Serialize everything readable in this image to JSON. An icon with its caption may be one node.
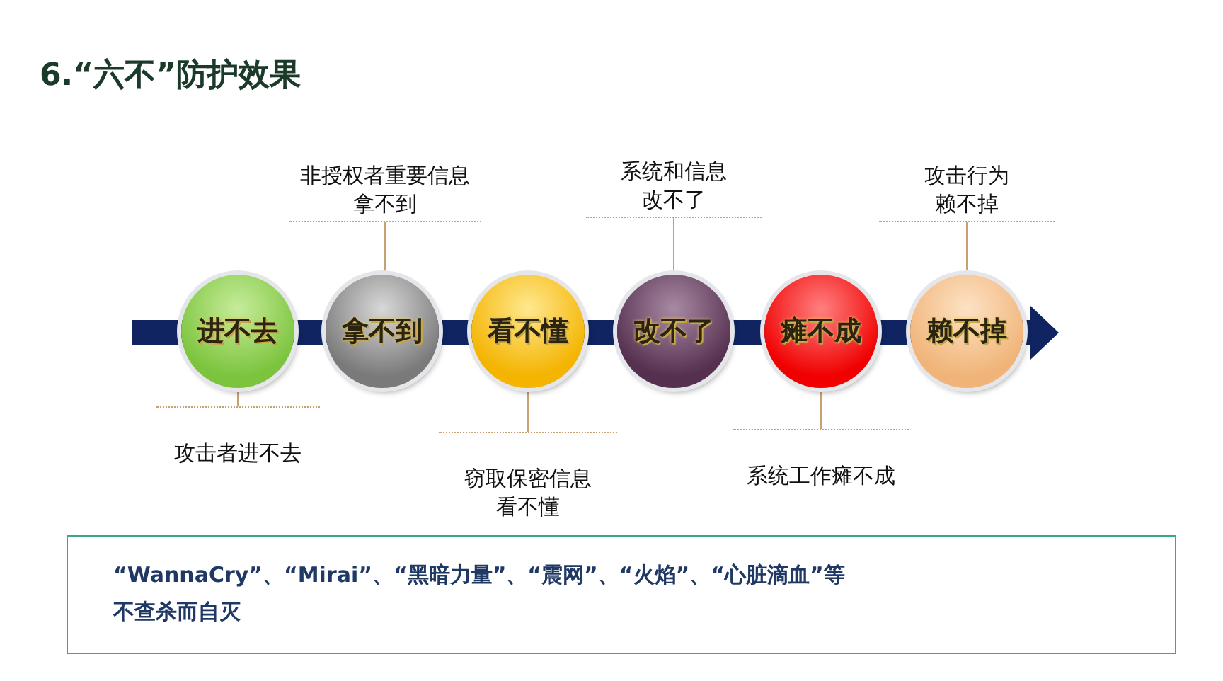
{
  "diagram": {
    "title": "6.“六不”防护效果",
    "nodes": [
      {
        "text": [
          "进不去"
        ]
      },
      {
        "text": [
          "拿不到"
        ]
      },
      {
        "text": [
          "看不懂"
        ]
      },
      {
        "text": [
          "改不了"
        ]
      },
      {
        "text": [
          "瘫不成"
        ]
      },
      {
        "text": [
          "赖不掉"
        ]
      },
      {
        "text": [
          "非授权者重要信息拿不到"
        ]
      },
      {
        "text": [
          "系统和信息改不了"
        ]
      },
      {
        "text": [
          "攻击行为赖不掉"
        ]
      },
      {
        "text": [
          "攻击者进不去"
        ]
      },
      {
        "text": [
          "窃取保密信息看不懂"
        ]
      },
      {
        "text": [
          "系统工作瘫不成"
        ]
      },
      {
        "text": [
          "“WannaCry”、“Mirai”、“黑暗力量”、“震网”、“火焰”、“心脏滴血”等不查杀而自灭"
        ]
      }
    ],
    "edges": [
      {
        "from": 6,
        "to": 1,
        "arrow": "none"
      },
      {
        "from": 7,
        "to": 3,
        "arrow": "none"
      },
      {
        "from": 8,
        "to": 5,
        "arrow": "none"
      },
      {
        "from": 9,
        "to": 0,
        "arrow": "none"
      },
      {
        "from": 10,
        "to": 2,
        "arrow": "none"
      },
      {
        "from": 11,
        "to": 4,
        "arrow": "none"
      }
    ]
  }
}
